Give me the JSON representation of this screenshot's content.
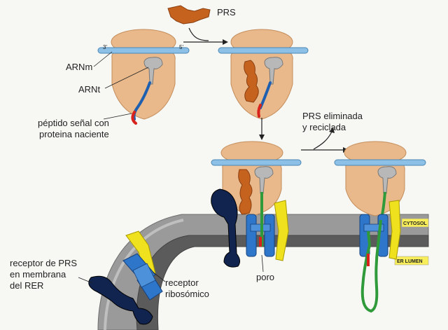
{
  "labels": {
    "prs": "PRS",
    "mrna_3": "3'",
    "mrna_5": "5'",
    "arnm": "ARNm",
    "arnt": "ARNt",
    "peptide_line1": "péptido señal con",
    "peptide_line2": "proteina naciente",
    "prs_removed_line1": "PRS eliminada",
    "prs_removed_line2": "y reciclada",
    "cytosol": "CYTOSOL",
    "er_lumen": "ER LUMEN",
    "poro": "poro",
    "prs_receptor_line1": "receptor de PRS",
    "prs_receptor_line2": "en membrana",
    "prs_receptor_line3": "del RER",
    "ribo_receptor_line1": "receptor",
    "ribo_receptor_line2": "ribosómico"
  },
  "colors": {
    "ribosome": "#e9b98b",
    "ribosome_dark": "#d9a06e",
    "mrna": "#8cc0e6",
    "srp": "#c5621e",
    "trna": "#b8b8b8",
    "peptide_blue": "#1f5fb0",
    "peptide_red": "#d8231c",
    "protein_green": "#2f9a3a",
    "membrane": "#8a8a8a",
    "membrane_dark": "#555555",
    "yellow": "#f0e11f",
    "pore_blue": "#2e76c9",
    "receptor_navy": "#10244f",
    "cytosol_box": "#f7ee5a"
  }
}
